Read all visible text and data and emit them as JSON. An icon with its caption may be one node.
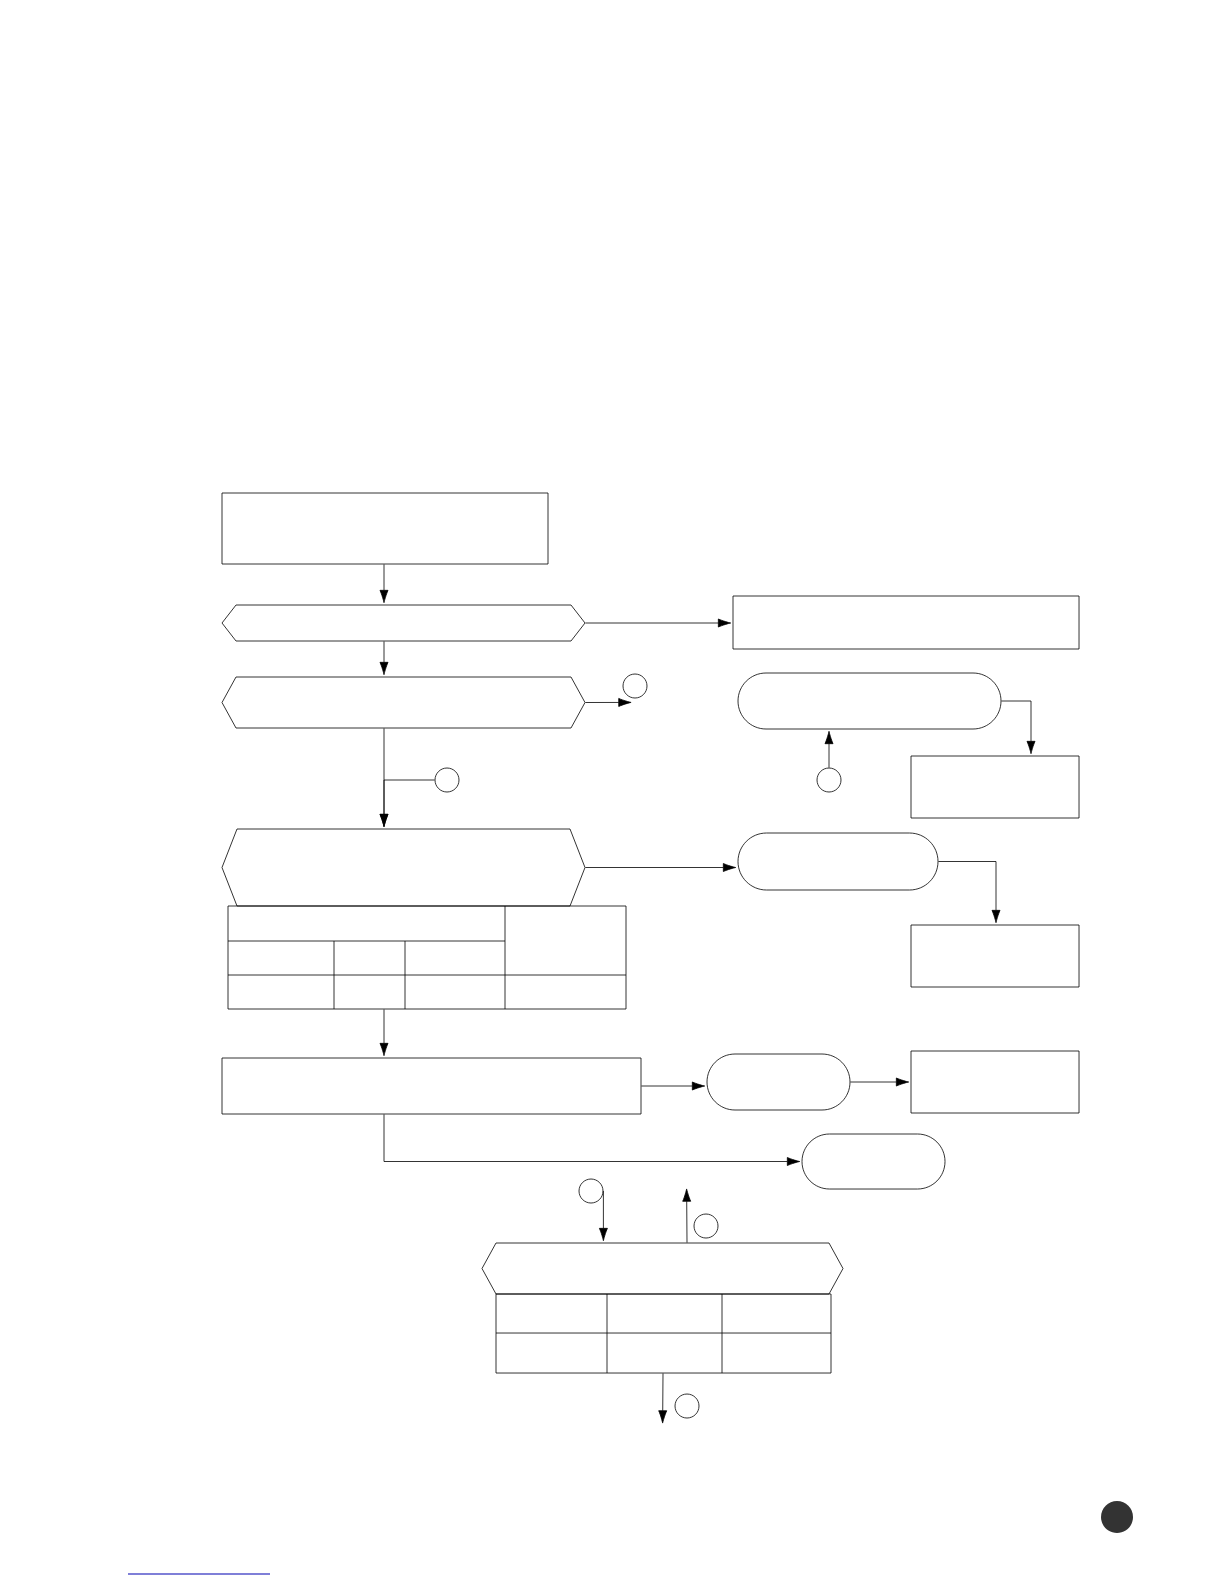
{
  "diagram": {
    "nodes": [
      {
        "text": [],
        "shape": "box"
      },
      {
        "text": [],
        "shape": "hexagon"
      },
      {
        "text": [],
        "shape": "box"
      },
      {
        "text": [],
        "shape": "hexagon"
      },
      {
        "text": [],
        "shape": "circle"
      },
      {
        "text": [],
        "shape": "pill"
      },
      {
        "text": [],
        "shape": "circle"
      },
      {
        "text": [],
        "shape": "circle"
      },
      {
        "text": [],
        "shape": "box"
      },
      {
        "text": [],
        "shape": "hexagon"
      },
      {
        "text": [],
        "shape": "pill"
      },
      {
        "text": [],
        "shape": "table"
      },
      {
        "text": [],
        "shape": "box"
      },
      {
        "text": [],
        "shape": "box"
      },
      {
        "text": [],
        "shape": "pill"
      },
      {
        "text": [],
        "shape": "box"
      },
      {
        "text": [],
        "shape": "pill"
      },
      {
        "text": [],
        "shape": "circle"
      },
      {
        "text": [],
        "shape": "circle"
      },
      {
        "text": [],
        "shape": "hexagon"
      },
      {
        "text": [],
        "shape": "table"
      },
      {
        "text": [],
        "shape": "circle"
      }
    ],
    "edges": [
      {
        "from": 0,
        "to": 1,
        "arrow": "to"
      },
      {
        "from": 1,
        "to": 2,
        "arrow": "to"
      },
      {
        "from": 1,
        "to": 3,
        "arrow": "to"
      },
      {
        "from": 3,
        "to": 4,
        "arrow": "to"
      },
      {
        "from": 5,
        "to": 8,
        "arrow": "to"
      },
      {
        "from": 6,
        "to": 9,
        "arrow": "to"
      },
      {
        "from": 7,
        "to": 5,
        "arrow": "to"
      },
      {
        "from": 9,
        "to": 10,
        "arrow": "to"
      },
      {
        "from": 10,
        "to": 12,
        "arrow": "to"
      },
      {
        "from": 11,
        "to": 13,
        "arrow": "to"
      },
      {
        "from": 13,
        "to": 14,
        "arrow": "to"
      },
      {
        "from": 14,
        "to": 15,
        "arrow": "to"
      },
      {
        "from": 13,
        "to": 16,
        "arrow": "to"
      },
      {
        "from": 17,
        "to": 19,
        "arrow": "to"
      },
      {
        "from": 19,
        "to": 18,
        "arrow": "to"
      },
      {
        "from": 20,
        "to": 21,
        "arrow": "to"
      },
      {
        "from": 3,
        "to": 9,
        "arrow": "to"
      }
    ]
  }
}
